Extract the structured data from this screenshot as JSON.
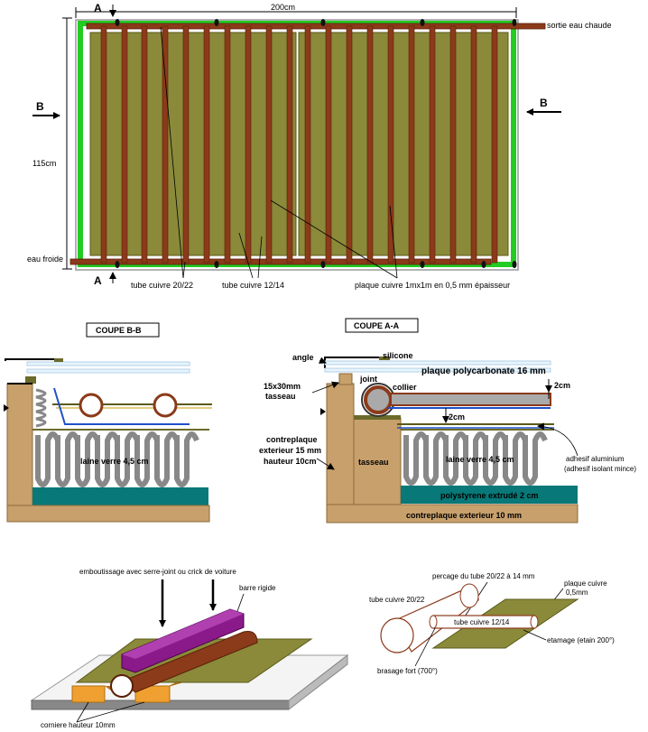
{
  "top_view": {
    "dim_width": "200cm",
    "dim_height": "115cm",
    "section_a": "A",
    "section_b": "B",
    "hot_out": "sortie eau chaude",
    "cold_in": "eau froide",
    "tube_main": "tube cuivre 20/22",
    "tube_riser": "tube cuivre 12/14",
    "plate": "plaque cuivre 1mx1m en 0,5 mm épaisseur"
  },
  "section_bb": {
    "title": "COUPE B-B",
    "glass_wool": "laine verre 4,5 cm"
  },
  "section_aa": {
    "title": "COUPE A-A",
    "angle": "angle",
    "silicone": "silicone",
    "polycarbonate": "plaque polycarbonate 16 mm",
    "joint": "joint",
    "collier": "collier",
    "batten_size": "15x30mm",
    "batten": "tasseau",
    "gap_top": "2cm",
    "gap_bottom": "2cm",
    "plywood_side_1": "contreplaque",
    "plywood_side_2": "exterieur 15 mm",
    "plywood_side_3": "hauteur 10cm",
    "batten_block": "tasseau",
    "glass_wool": "laine verre 4,5 cm",
    "alu_tape": "adhesif aluminium",
    "alu_tape_note": "(adhesif isolant mince)",
    "polystyrene": "polystyrene extrudé 2 cm",
    "plywood_bottom": "contreplaque exterieur 10 mm"
  },
  "press_detail": {
    "caption": "emboutissage avec serre-joint ou crick de voiture",
    "rigid_bar": "barre rigide",
    "angle_height": "corniere hauteur 10mm"
  },
  "joint_detail": {
    "drilling": "percage du tube 20/22 à 14 mm",
    "plate": "plaque cuivre",
    "plate_thickness": "0,5mm",
    "main_tube": "tube cuivre 20/22",
    "riser_tube": "tube cuivre 12/14",
    "tin_solder": "etamage (etain 200°)",
    "brazing": "brasage fort (700°)"
  },
  "colors": {
    "frame_green": "#22cc22",
    "copper_plate": "#8a8a3a",
    "copper_tube": "#8b3a1a",
    "plywood": "#c8a06c",
    "polystyrene": "#087878",
    "bar_purple": "#8a1a8a"
  }
}
